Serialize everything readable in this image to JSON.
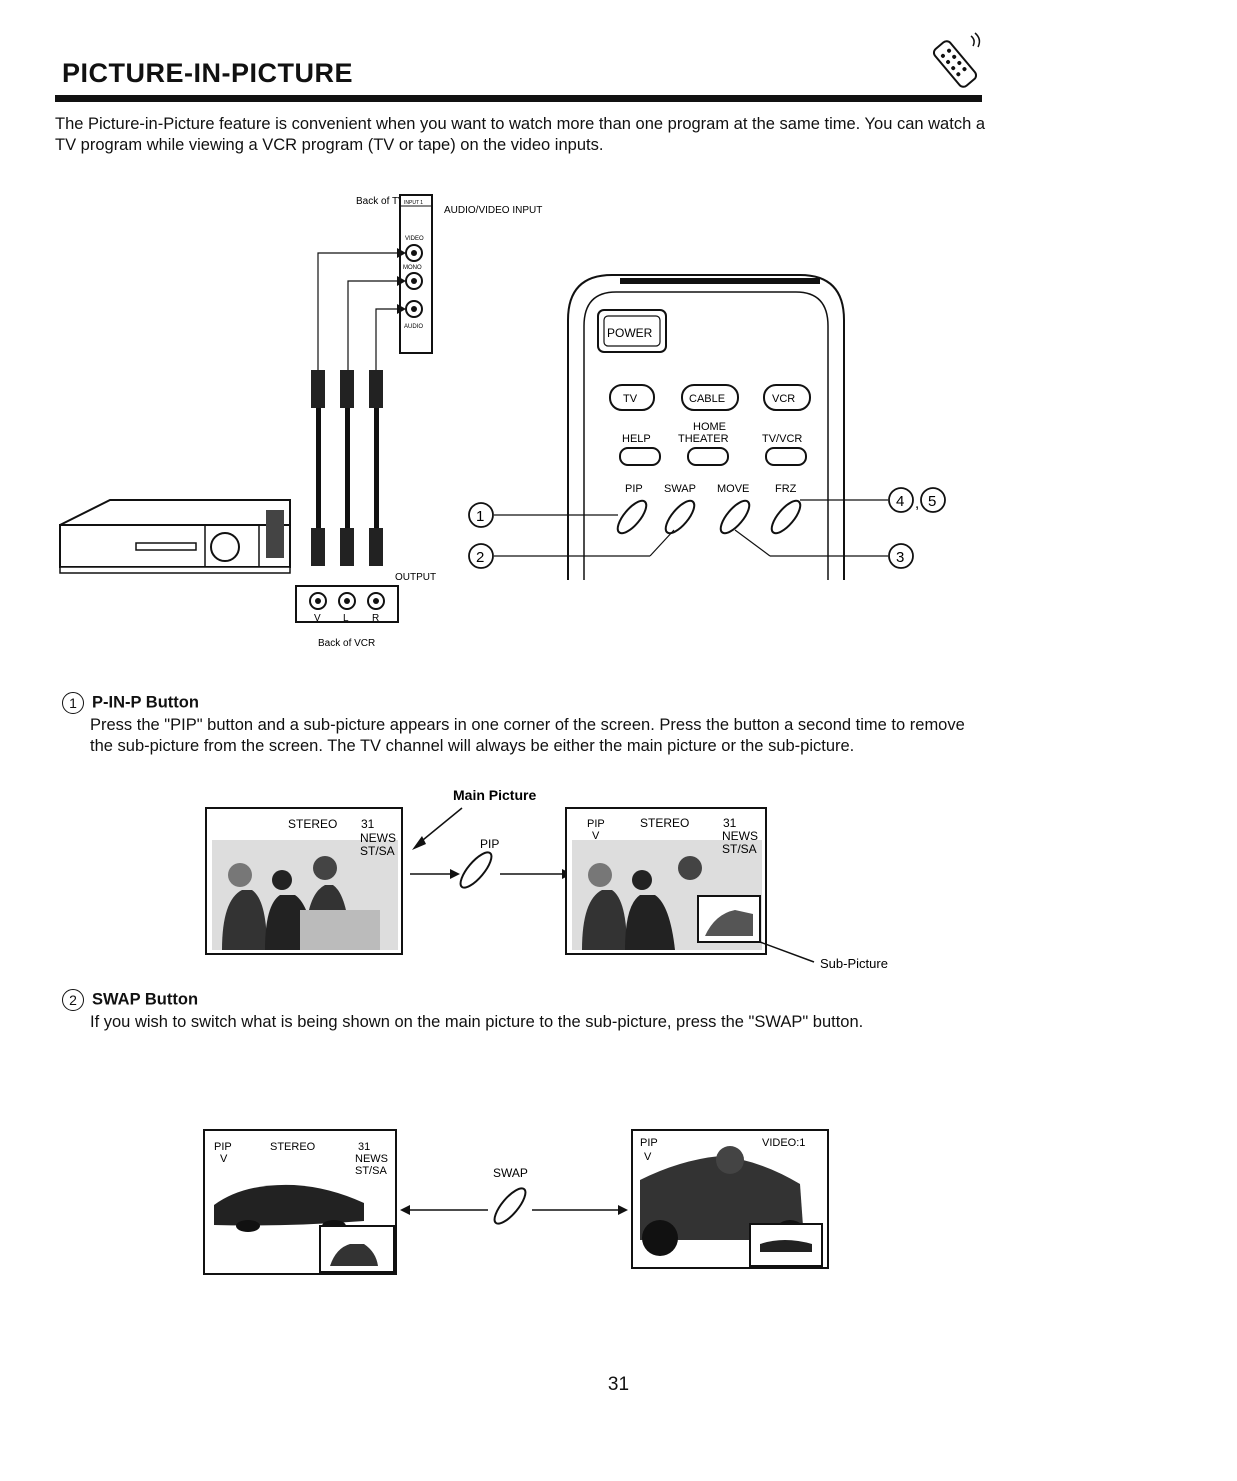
{
  "header": {
    "title": "PICTURE-IN-PICTURE",
    "icon": "remote-control-icon"
  },
  "intro": "The Picture-in-Picture feature is convenient when you want to watch more than one program at the same time.  You can watch a TV program while viewing a VCR program (TV or tape) on the video inputs.",
  "connection_diagram": {
    "back_of_tv": "Back of TV",
    "input_tag": "INPUT 1",
    "audio_video_input": "AUDIO/VIDEO INPUT",
    "video_label": "VIDEO",
    "mono_label": "MONO",
    "audio_label": "AUDIO",
    "output_label": "OUTPUT",
    "vcr_jacks": [
      "V",
      "L",
      "R"
    ],
    "back_of_vcr": "Back of VCR"
  },
  "remote": {
    "power": "POWER",
    "row1": [
      "TV",
      "CABLE",
      "VCR"
    ],
    "row2_labels": [
      "HELP",
      "HOME THEATER",
      "TV/VCR"
    ],
    "row3_labels": [
      "PIP",
      "SWAP",
      "MOVE",
      "FRZ"
    ],
    "callouts": [
      "1",
      "2",
      "3",
      "4",
      "5"
    ]
  },
  "section1": {
    "number": "1",
    "heading": "P-IN-P Button",
    "text": "Press the \"PIP\" button and a sub-picture appears in one corner of the screen.  Press the button a second time to remove the sub-picture from the screen.  The TV channel will always be either the main picture or the sub-picture.",
    "main_picture_label": "Main  Picture",
    "pip_label": "PIP",
    "sub_picture_label": "Sub-Picture",
    "screen_left": {
      "stereo": "STEREO",
      "channel": "31",
      "network": "NEWS",
      "station": "ST/SA"
    },
    "screen_right": {
      "pip": "PIP",
      "v": "V",
      "stereo": "STEREO",
      "channel": "31",
      "network": "NEWS",
      "station": "ST/SA"
    }
  },
  "section2": {
    "number": "2",
    "heading": "SWAP Button",
    "text": "If you wish to switch what is being shown on the main picture to the sub-picture, press the \"SWAP\" button.",
    "swap_label": "SWAP",
    "screen_left": {
      "pip": "PIP",
      "v": "V",
      "stereo": "STEREO",
      "channel": "31",
      "network": "NEWS",
      "station": "ST/SA"
    },
    "screen_right": {
      "pip": "PIP",
      "v": "V",
      "video": "VIDEO:1"
    }
  },
  "page_number": "31"
}
